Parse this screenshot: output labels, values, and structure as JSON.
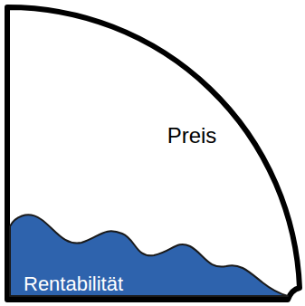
{
  "diagram": {
    "nodes": [
      {
        "text": [
          "Preis"
        ]
      },
      {
        "text": [
          "Rentabilität"
        ],
        "in": 0
      }
    ]
  }
}
